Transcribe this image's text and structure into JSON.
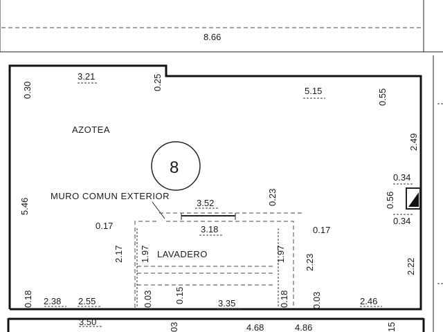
{
  "dimensions": {
    "top_total": "8.66",
    "d_321": "3.21",
    "d_030": "0.30",
    "d_025": "0.25",
    "d_515": "5.15",
    "d_055": "0.55",
    "d_249": "2.49",
    "d_034_top": "0.34",
    "d_056": "0.56",
    "d_034_bot": "0.34",
    "d_546": "5.46",
    "d_352": "3.52",
    "d_023": "0.23",
    "d_318": "3.18",
    "d_017_left": "0.17",
    "d_017_right": "0.17",
    "d_217": "2.17",
    "d_197_left": "1.97",
    "d_197_right": "1.97",
    "d_223": "2.23",
    "d_222": "2.22",
    "d_018_left": "0.18",
    "d_238": "2.38",
    "d_255": "2.55",
    "d_003_left": "0.03",
    "d_015": "0.15",
    "d_335": "3.35",
    "d_018_right": "0.18",
    "d_003_right": "0.03",
    "d_246": "2.46",
    "d_350": "3.50",
    "d_003_bottom": "03",
    "d_468": "4.68",
    "d_486": "4.86",
    "d_15": "15"
  },
  "labels": {
    "azotea": "AZOTEA",
    "muro": "MURO COMUN EXTERIOR",
    "lavadero": "LAVADERO",
    "unit_number": "8"
  }
}
